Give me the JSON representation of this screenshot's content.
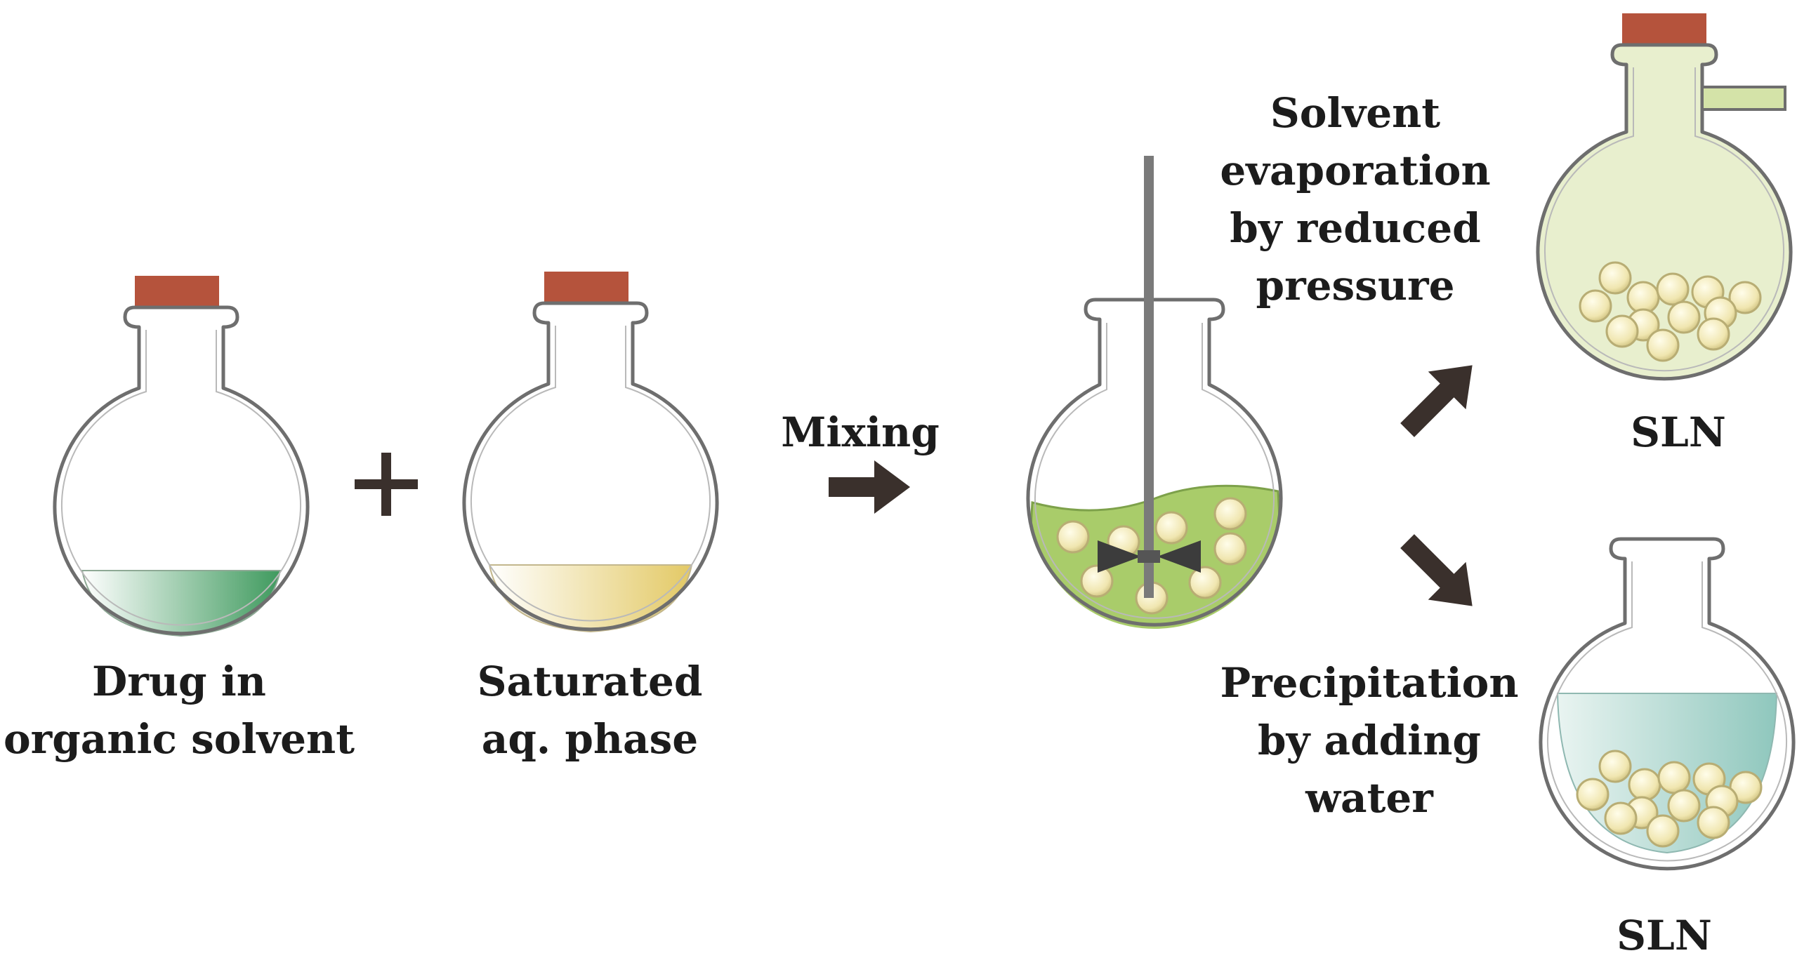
{
  "labels": {
    "drug_line1": "Drug in",
    "drug_line2": "organic solvent",
    "sat_line1": "Saturated",
    "sat_line2": "aq. phase",
    "mixing": "Mixing",
    "evap_line1": "Solvent",
    "evap_line2": "evaporation",
    "evap_line3": "by reduced",
    "evap_line4": "pressure",
    "precip_line1": "Precipitation",
    "precip_line2": "by adding",
    "precip_line3": "water",
    "sln_top": "SLN",
    "sln_bottom": "SLN"
  },
  "colors": {
    "stopper": "#b5533c",
    "glass_outline": "#6e6e6e",
    "arrow": "#3a302c",
    "organic_solvent": "#4ea16a",
    "aqueous_phase": "#e6d28a",
    "emulsion": "#a9cc6a",
    "evaporated_flask_tint": "#e8efce",
    "water_phase": "#a9d4cc",
    "particle": "#f3edbf"
  },
  "icons": [
    "plus-icon",
    "right-arrow-icon",
    "up-right-arrow-icon",
    "down-right-arrow-icon",
    "stirrer-icon"
  ]
}
